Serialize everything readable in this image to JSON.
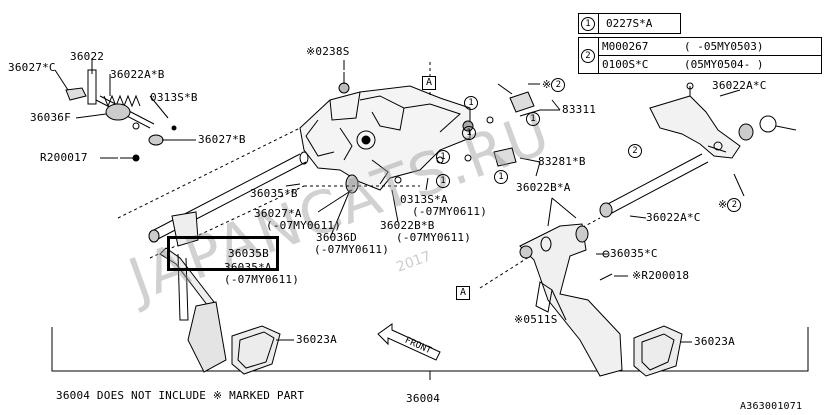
{
  "legend": {
    "rows": [
      {
        "num": "1",
        "parts": [
          {
            "code": "0227S*A",
            "range": ""
          }
        ]
      },
      {
        "num": "2",
        "parts": [
          {
            "code": "M000267",
            "range": "(      -05MY0503)"
          },
          {
            "code": "0100S*C",
            "range": "(05MY0504-      )"
          }
        ]
      }
    ]
  },
  "labels": {
    "p36027C_top": "36027*C",
    "p36022": "36022",
    "p36022AB": "36022A*B",
    "p0313SB": "0313S*B",
    "p36036F": "36036F",
    "p36027B": "36027*B",
    "pR200017": "R200017",
    "p0238S": "※0238S",
    "p83311": "83311",
    "p83281B": "83281*B",
    "p36022AC_top": "36022A*C",
    "p36035B_upper": "36035*B",
    "p36027A": "36027*A",
    "p36027A_note": "(-07MY0611)",
    "p0313SA": "0313S*A",
    "p0313SA_note": "(-07MY0611)",
    "p36036D": "36036D",
    "p36036D_note": "(-07MY0611)",
    "p36022BB": "36022B*B",
    "p36022BB_note": "(-07MY0611)",
    "p36022BA": "36022B*A",
    "p36022AC_mid": "36022A*C",
    "p36035C": "36035*C",
    "p36035B_box": "36035B",
    "p36035_lower": "36035*A",
    "p36035_lower_note": "(-07MY0611)",
    "pR200018": "※R200018",
    "p0511S": "※0511S",
    "p36023A_left": "36023A",
    "p36023A_right": "36023A",
    "front": "FRONT",
    "p36004": "36004",
    "note": "36004 DOES NOT INCLUDE ※ MARKED PART",
    "diagram_id": "A363001071",
    "box_a": "A"
  },
  "callouts": {
    "one": "1",
    "two": "2"
  },
  "watermark": {
    "text": "JAPANCATS.RU",
    "year": "2017"
  }
}
